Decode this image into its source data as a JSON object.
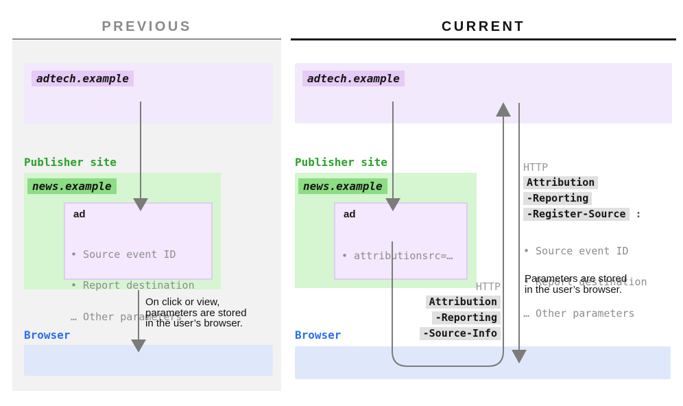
{
  "panels": {
    "previous": {
      "title": "PREVIOUS",
      "adtech_label": "adtech.example",
      "publisher_label": "Publisher site",
      "news_label": "news.example",
      "ad_title": "ad",
      "ad_params": [
        "• Source event ID",
        "• Report destination",
        "… Other parameters"
      ],
      "note_lines": [
        "On click or view,",
        "parameters are stored",
        "in the user’s browser."
      ],
      "browser_label": "Browser"
    },
    "current": {
      "title": "CURRENT",
      "adtech_label": "adtech.example",
      "publisher_label": "Publisher site",
      "news_label": "news.example",
      "ad_title": "ad",
      "ad_params": [
        "• attributionsrc=…"
      ],
      "request_header": {
        "protocol": "HTTP",
        "line1": "Attribution",
        "line2": "-Reporting",
        "line3": "-Register-Source",
        "colon": " :",
        "params": [
          "• Source event ID",
          "• Report destination",
          "… Other parameters"
        ]
      },
      "response_header": {
        "protocol": "HTTP",
        "line1": "Attribution",
        "line2": "-Reporting",
        "line3": "-Source-Info"
      },
      "note_lines": [
        "Parameters are stored",
        "in the user’s browser."
      ],
      "browser_label": "Browser"
    }
  },
  "colors": {
    "previous_title": "#8a8a8a",
    "current_title": "#141414",
    "panel_background": "#f2f2f2",
    "adtech_box": "#f3e9fc",
    "adtech_highlight": "#e5cbf5",
    "publisher_green": "#2aa22a",
    "green_box": "#d5f6d0",
    "news_highlight": "#8cdd84",
    "browser_blue": "#2a6df4",
    "browser_box": "#dfe8fb",
    "header_chip": "#e0e0e0",
    "arrow": "#7b7b7b"
  }
}
